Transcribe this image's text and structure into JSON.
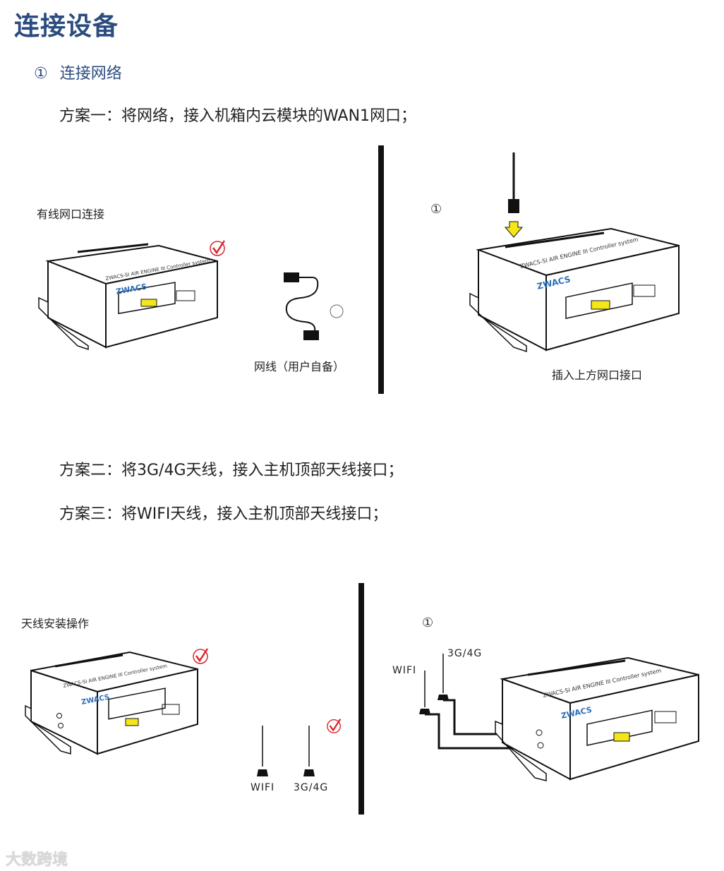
{
  "title": "连接设备",
  "section": {
    "marker": "①",
    "label": "连接网络"
  },
  "plan1": "方案一：将网络，接入机箱内云模块的WAN1网口；",
  "plan2": "方案二：将3G/4G天线，接入主机顶部天线接口；",
  "plan3": "方案三：将WIFI天线，接入主机顶部天线接口；",
  "diagram1": {
    "left_caption": "有线网口连接",
    "cable_caption": "网线（用户自备）",
    "step_marker": "①",
    "right_caption": "插入上方网口接口",
    "device_label": "ZWACS-SI AIR ENGINE III Controller system",
    "brand": "ZWACS"
  },
  "diagram2": {
    "left_caption": "天线安装操作",
    "antenna_wifi": "WIFI",
    "antenna_3g4g": "3G/4G",
    "step_marker": "①",
    "right_wifi": "WIFI",
    "right_3g4g": "3G/4G",
    "device_label": "ZWACS-SI AIR ENGINE III Controller system",
    "brand": "ZWACS"
  },
  "watermark": "大数跨境",
  "colors": {
    "heading": "#2b4c7e",
    "check": "#d9262b",
    "plug": "#f5e61a",
    "brand": "#2b6fb8"
  }
}
